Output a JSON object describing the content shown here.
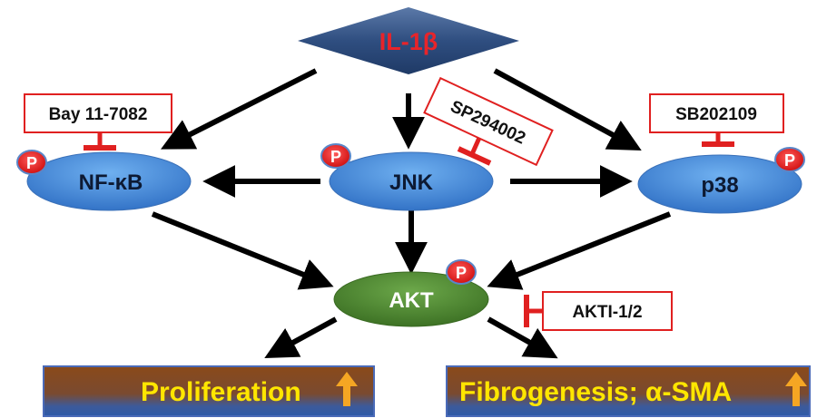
{
  "stimulus": {
    "label": "IL-1β"
  },
  "nodes": {
    "nfkb": {
      "label": "NF-κB"
    },
    "jnk": {
      "label": "JNK"
    },
    "p38": {
      "label": "p38"
    },
    "akt": {
      "label": "AKT"
    }
  },
  "phospho_label": "P",
  "inhibitors": {
    "bay": "Bay 11-7082",
    "sp": "SP294002",
    "sb": "SB202109",
    "akti": "AKTI-1/2"
  },
  "outcomes": {
    "proliferation": "Proliferation",
    "fibrogenesis": "Fibrogenesis; α-SMA"
  },
  "colors": {
    "node_blue": "#3a7fd5",
    "akt_green": "#4a8a2e",
    "inhibitor_red": "#e02020",
    "stimulus_text": "#e8242a",
    "outcome_text": "#ffe600",
    "arrow_up": "#f5a623"
  }
}
